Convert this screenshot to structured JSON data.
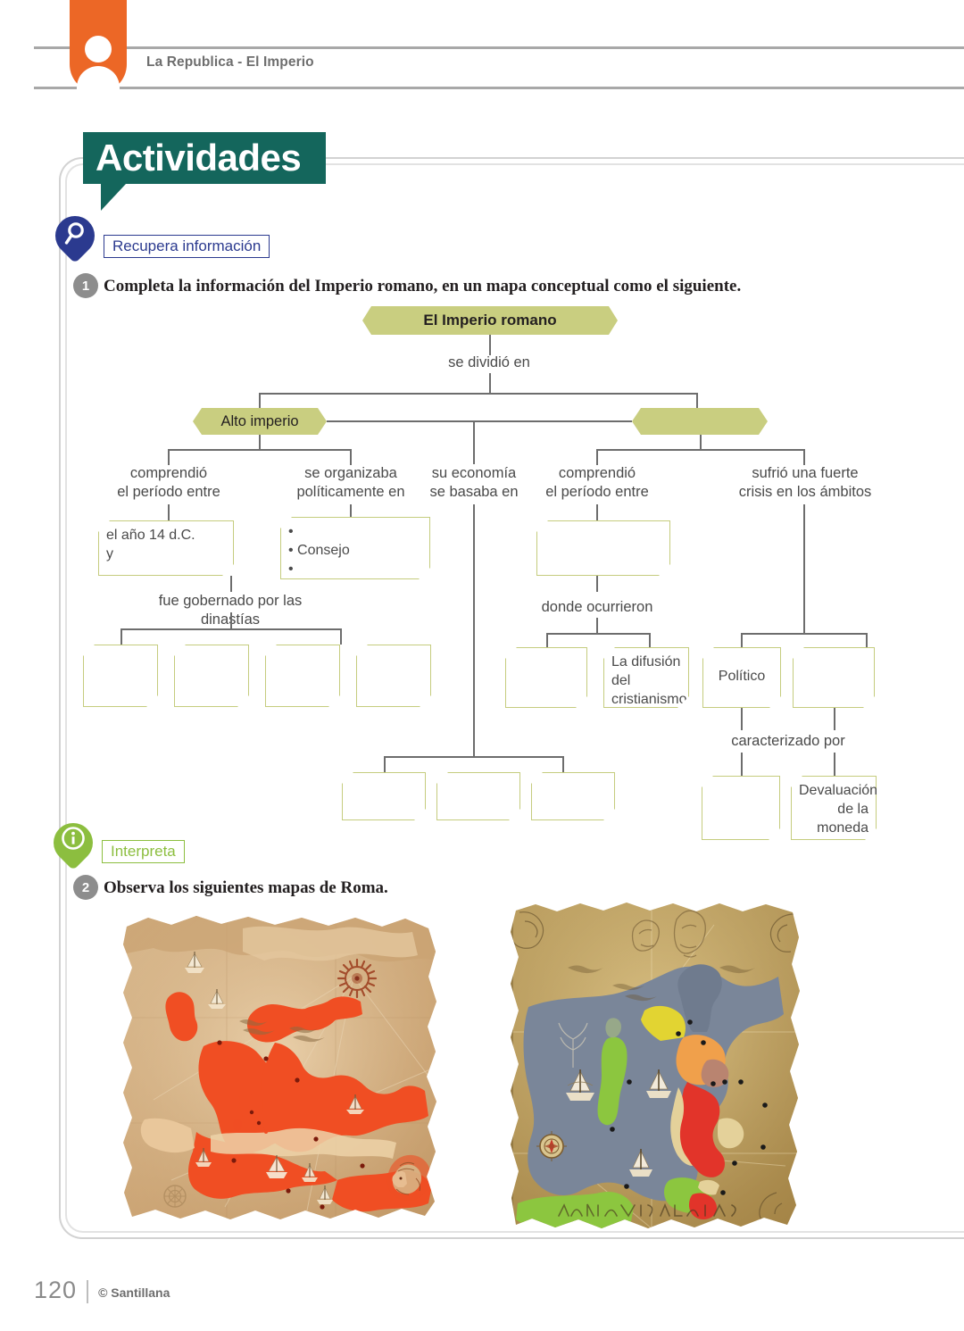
{
  "runhead": {
    "title": "La Republica - El Imperio",
    "icon": "person-icon",
    "tab_color": "#ec6726"
  },
  "banner": {
    "title": "Actividades",
    "color": "#14665c"
  },
  "sections": [
    {
      "id": "recupera",
      "label": "Recupera información",
      "icon": "magnifier-pin-icon",
      "color": "#2b3a8f"
    },
    {
      "id": "interpreta",
      "label": "Interpreta",
      "icon": "info-pin-icon",
      "color": "#8cbe3f"
    }
  ],
  "activities": [
    {
      "number": "1",
      "prompt": "Completa la información del Imperio romano, en un mapa conceptual como el siguiente."
    },
    {
      "number": "2",
      "prompt": "Observa los siguientes mapas de Roma."
    }
  ],
  "concept_map": {
    "node_fill": "#c9ce80",
    "box_border": "#c5cc7e",
    "connector_color": "#6d6d6d",
    "root": "El Imperio romano",
    "connectors": [
      {
        "id": "se-dividio-en",
        "text": "se dividió en"
      },
      {
        "id": "comprendio-izq",
        "text": "comprendió\nel período entre"
      },
      {
        "id": "se-organizaba",
        "text": "se organizaba\npolíticamente en"
      },
      {
        "id": "su-economia",
        "text": "su economía\nse basaba en"
      },
      {
        "id": "comprendio-der",
        "text": "comprendió\nel período entre"
      },
      {
        "id": "sufrio-crisis",
        "text": "sufrió una fuerte\ncrisis en los ámbitos"
      },
      {
        "id": "fue-gobernado",
        "text": "fue gobernado por las dinastías"
      },
      {
        "id": "donde-ocurrieron",
        "text": "donde ocurrieron"
      },
      {
        "id": "caracterizado-por",
        "text": "caracterizado por"
      }
    ],
    "nodes": {
      "alto_imperio": "Alto imperio",
      "bajo_imperio": ""
    },
    "boxes": {
      "periodo_alto": "el año 14 d.C.\ny",
      "organizacion_bullets": [
        "•",
        "• Consejo",
        "•"
      ],
      "periodo_bajo": "",
      "dinastias": [
        "",
        "",
        "",
        ""
      ],
      "economia": [
        "",
        "",
        ""
      ],
      "sucesos": [
        "",
        "La difusión del cristianismo"
      ],
      "ambitos": [
        "Político",
        ""
      ],
      "caracteristicas": [
        "",
        "Devaluación de la moneda"
      ]
    }
  },
  "maps": [
    {
      "id": "mapa-imperio-romano",
      "alt": "Mapa antiguo del Imperio romano en pergamino con territorio en naranja",
      "parchment": "#d9b184",
      "territory": "#f04e23"
    },
    {
      "id": "mapa-peninsula-italica",
      "alt": "Mapa antiguo de la península itálica con regiones de colores sobre mar azul grisáceo",
      "parchment": "#cbae6a",
      "sea": "#7a8699"
    }
  ],
  "footer": {
    "page": "120",
    "copyright": "© Santillana"
  }
}
